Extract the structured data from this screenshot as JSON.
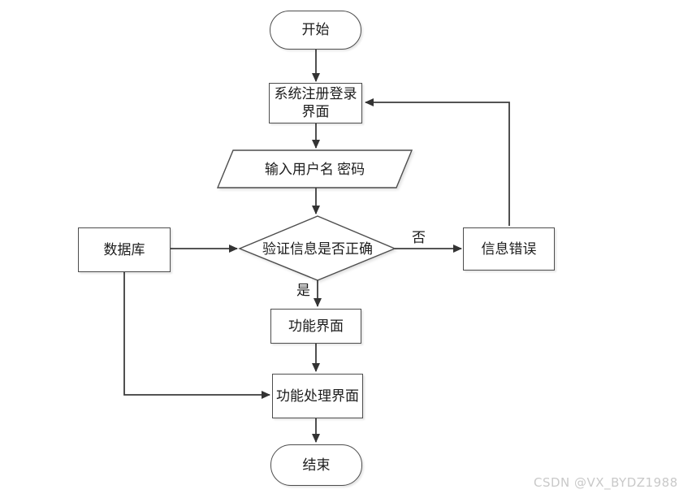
{
  "diagram": {
    "type": "flowchart",
    "nodes": {
      "start": "开始",
      "login": "系统注册登录界面",
      "input": "输入用户名 密码",
      "verify": "验证信息是否正确",
      "database": "数据库",
      "error": "信息错误",
      "function_ui": "功能界面",
      "process_ui": "功能处理界面",
      "end": "结束"
    },
    "edge_labels": {
      "yes": "是",
      "no": "否"
    },
    "edges": [
      "start -> login",
      "login -> input",
      "input -> verify",
      "verify -(是)-> function_ui",
      "verify -(否)-> error",
      "error -> login",
      "database -> verify",
      "database -> process_ui",
      "function_ui -> process_ui",
      "process_ui -> end"
    ]
  },
  "watermark": "CSDN @VX_BYDZ1988",
  "colors": {
    "background": "#ffffff",
    "line": "#3d3d3d",
    "node_border": "#4d4d4d",
    "text": "#1c1c1c",
    "watermark_text": "#c9c9c9"
  }
}
